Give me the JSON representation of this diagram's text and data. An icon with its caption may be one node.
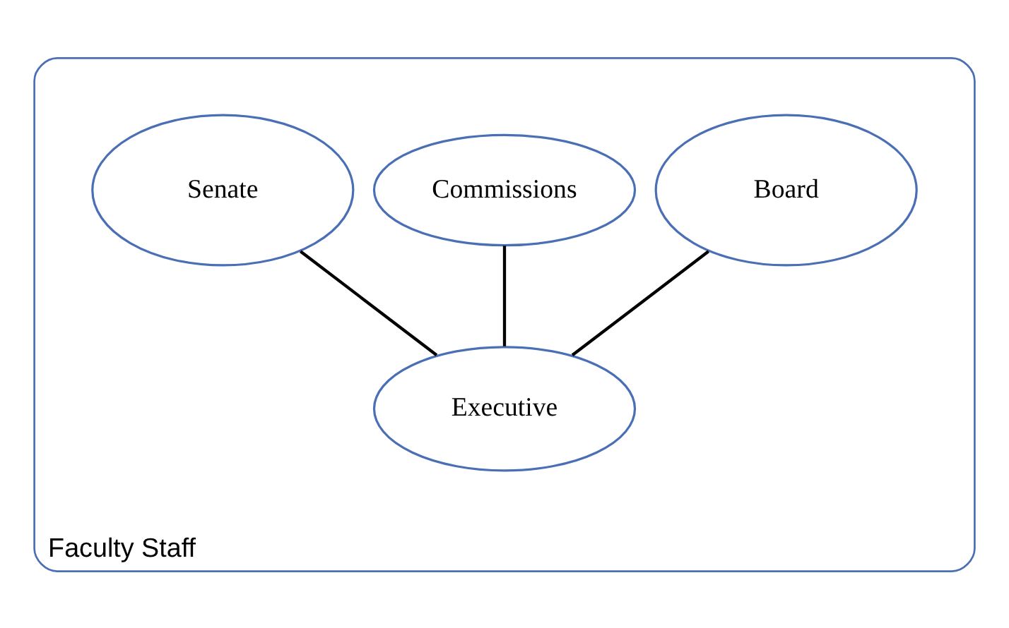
{
  "diagram": {
    "nodes": [
      {
        "text": [
          "Faculty Staff"
        ]
      },
      {
        "text": [
          "Board"
        ],
        "in": 0
      },
      {
        "text": [
          "Commissions"
        ],
        "in": 0
      },
      {
        "text": [
          "Senate"
        ],
        "in": 0
      },
      {
        "text": [
          "Executive"
        ],
        "in": 0
      }
    ],
    "edges": [
      {
        "from": 1,
        "to": 4,
        "arrow": "none"
      },
      {
        "from": 2,
        "to": 4,
        "arrow": "none"
      },
      {
        "from": 3,
        "to": 4,
        "arrow": "none"
      }
    ]
  }
}
